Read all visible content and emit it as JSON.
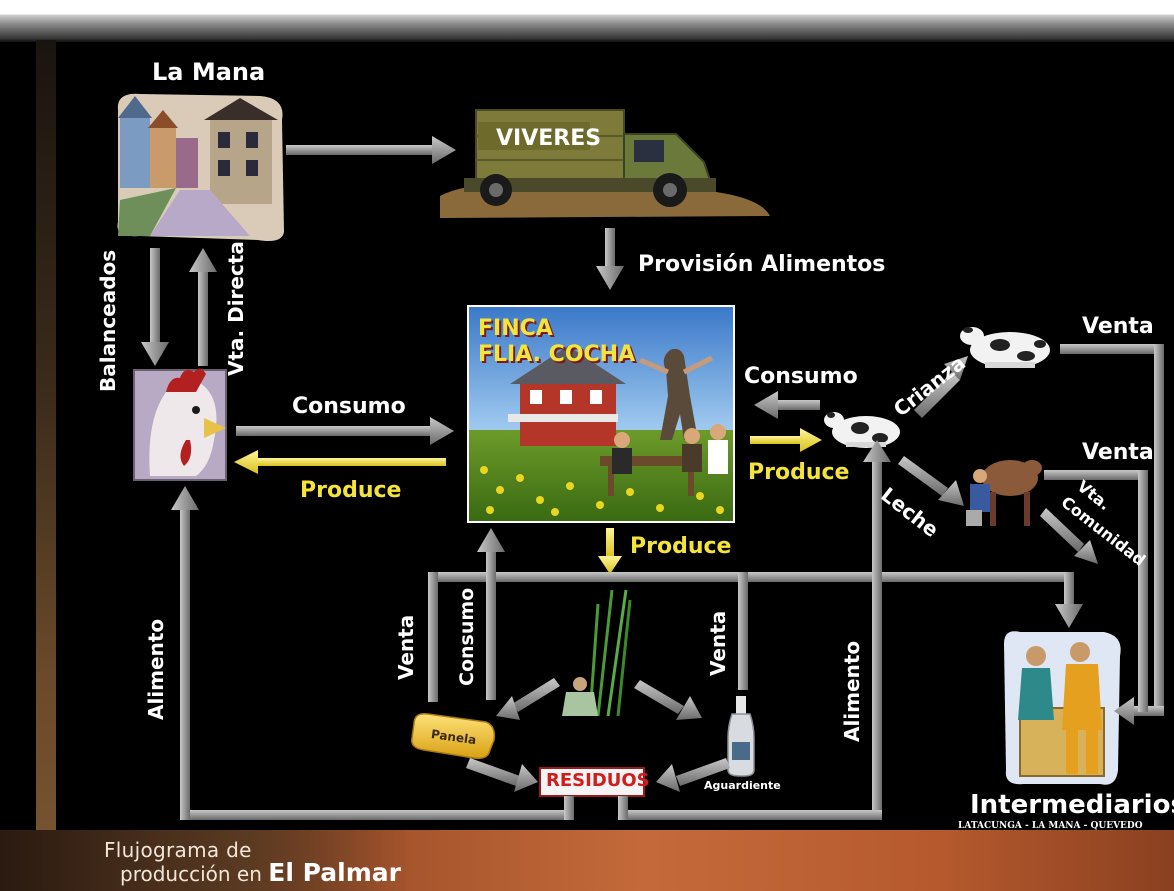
{
  "title_footer": {
    "line1": "Flujograma de",
    "line2_prefix": "producción en",
    "line2_bold": "El Palmar"
  },
  "nodes": {
    "la_mana": "La Mana",
    "viveres": "VIVERES",
    "finca_line1": "FINCA",
    "finca_line2": "FLIA. COCHA",
    "residuos": "RESIDUOS",
    "panela": "Panela",
    "aguardiente": "Aguardiente",
    "intermediarios": "Intermediarios",
    "intermediarios_sub": "LATACUNGA - LA MANA - QUEVEDO"
  },
  "edge_labels": {
    "provision_alimentos": "Provisión Alimentos",
    "balanceados": "Balanceados",
    "vta_directa": "Vta. Directa",
    "consumo_left": "Consumo",
    "produce_left": "Produce",
    "consumo_right": "Consumo",
    "produce_right": "Produce",
    "produce_down": "Produce",
    "crianza": "Crianza",
    "leche": "Leche",
    "venta_top": "Venta",
    "venta_mid": "Venta",
    "vta_comunidad_1": "Vta.",
    "vta_comunidad_2": "Comunidad",
    "alimento_left": "Alimento",
    "alimento_right": "Alimento",
    "venta_panela": "Venta",
    "consumo_panela": "Consumo",
    "venta_aguardiente": "Venta"
  },
  "colors": {
    "background": "#000000",
    "arrow": "#8f8f8f",
    "highlight_arrow": "#f4e33a",
    "residuos_text": "#d01e1e"
  },
  "icons": {
    "town": "town-illustration",
    "truck": "truck-illustration",
    "chicken": "chicken-illustration",
    "farm_photo": "farm-photo",
    "cow": "cow-illustration",
    "milking": "milking-illustration",
    "sugarcane": "sugarcane-illustration",
    "bottle": "bottle-illustration",
    "workers": "workers-illustration"
  }
}
